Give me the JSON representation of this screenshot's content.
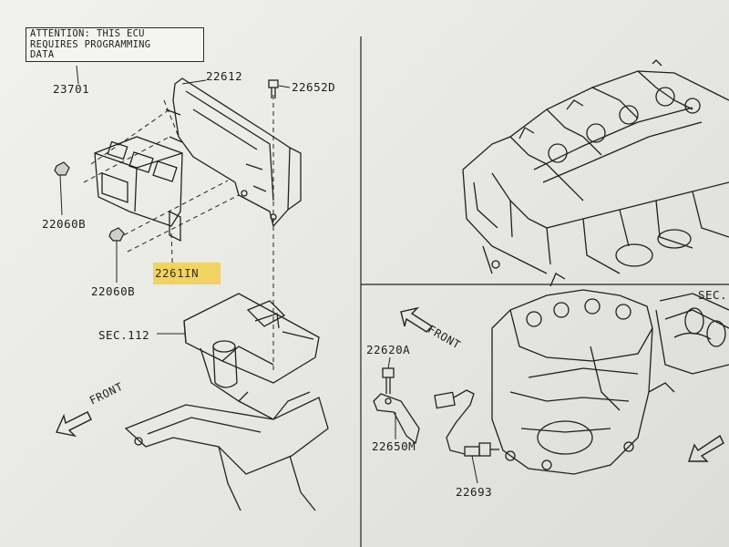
{
  "attention_note": {
    "lines": [
      "ATTENTION: THIS ECU",
      "REQUIRES PROGRAMMING",
      "DATA"
    ]
  },
  "part_labels": {
    "ecu_bracket": "23701",
    "bracket_assembly": "22612",
    "bolt": "22652D",
    "nut_left_upper": "22060B",
    "nut_left_lower": "22060B",
    "ecu_module": "2261IN",
    "section_ref_left": "SEC.112",
    "sensor_bolt": "22620A",
    "sensor_bracket": "22650M",
    "oxygen_sensor": "22693",
    "section_ref_right": "SEC."
  },
  "front_indicators": [
    "FRONT",
    "FRONT"
  ],
  "colors": {
    "highlight": "#f3cf52",
    "ink": "#1e1e1e",
    "paper": "#f1f1ee"
  }
}
